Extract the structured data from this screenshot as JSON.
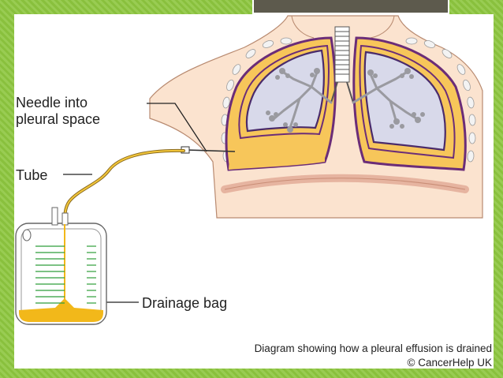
{
  "labels": {
    "needle_line1": "Needle into",
    "needle_line2": "pleural space",
    "tube": "Tube",
    "drainage_bag": "Drainage bag"
  },
  "caption": "Diagram showing how a pleural effusion is drained",
  "credit": "© CancerHelp UK",
  "colors": {
    "background_green": "#8dc63f",
    "title_box": "#5d5a4d",
    "skin": "#fbe3cf",
    "pleura_outline": "#6b2d78",
    "pleural_fluid": "#f7c65a",
    "lung": "#d8d9ea",
    "bronchi": "#9a9aa0",
    "drainage_fluid": "#f2b81a",
    "bag_scale": "#2f9e3a"
  }
}
